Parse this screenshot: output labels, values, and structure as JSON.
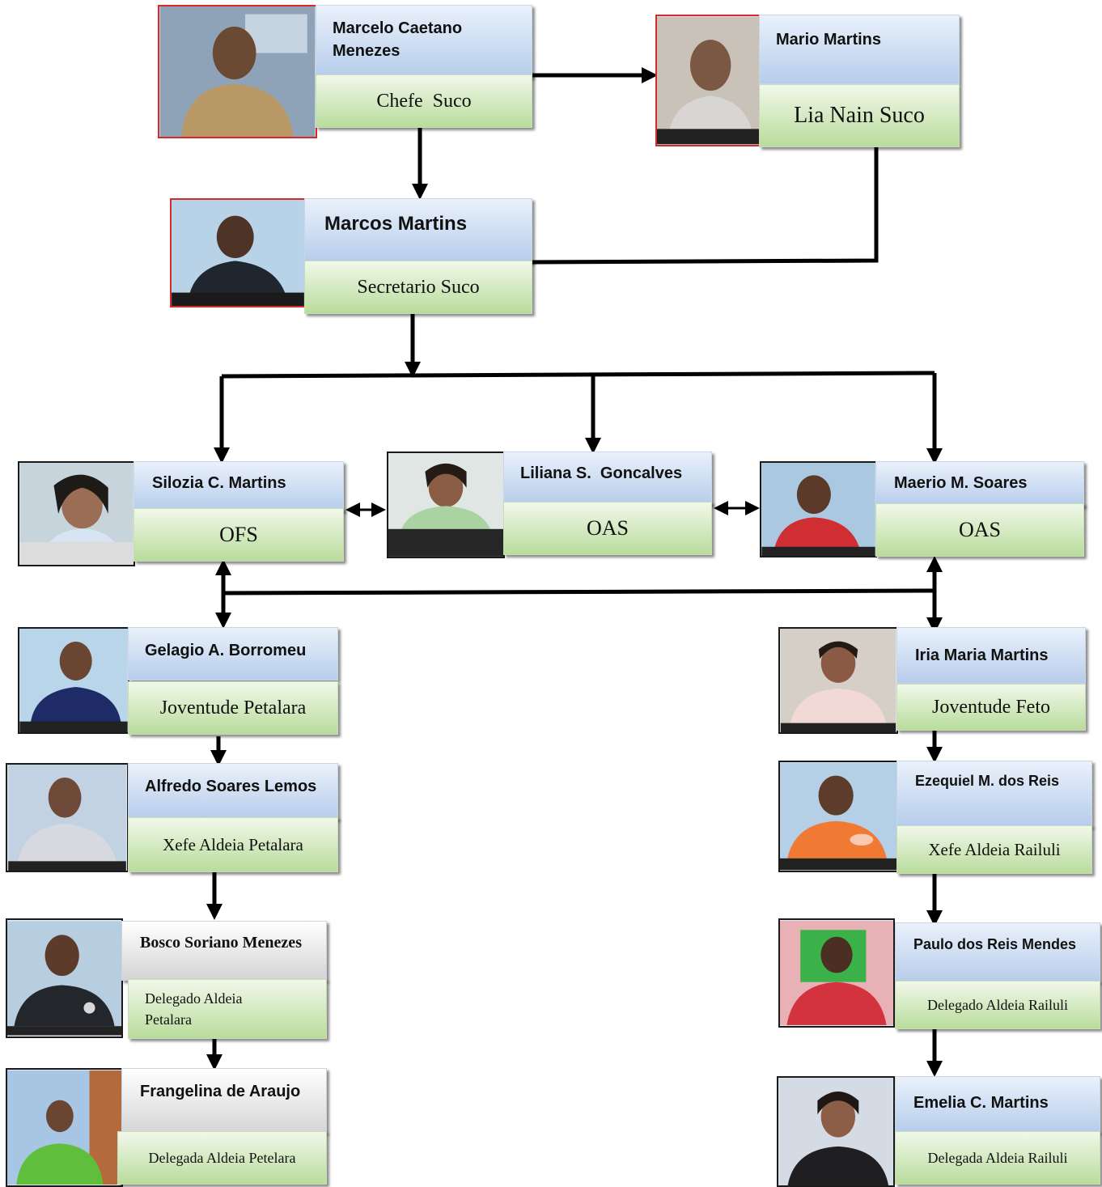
{
  "people": {
    "marcelo": {
      "name": "Marcelo Caetano Menezes",
      "role": "Chefe  Suco"
    },
    "mario": {
      "name": "Mario Martins",
      "role": "Lia Nain Suco"
    },
    "marcos": {
      "name": "Marcos Martins",
      "role": "Secretario Suco"
    },
    "silozia": {
      "name": "Silozia C. Martins",
      "role": "OFS"
    },
    "liliana": {
      "name": "Liliana S.  Goncalves",
      "role": "OAS"
    },
    "maerio": {
      "name": "Maerio M. Soares",
      "role": "OAS"
    },
    "gelagio": {
      "name": "Gelagio A. Borromeu",
      "role": "Joventude Petalara"
    },
    "iria": {
      "name": "Iria Maria Martins",
      "role": "Joventude Feto"
    },
    "alfredo": {
      "name": "Alfredo Soares Lemos",
      "role": "Xefe Aldeia Petalara"
    },
    "ezequiel": {
      "name": "Ezequiel M. dos Reis",
      "role": "Xefe Aldeia Railuli"
    },
    "bosco": {
      "name": "Bosco Soriano Menezes",
      "role": "Delegado Aldeia Petalara"
    },
    "paulo": {
      "name": "Paulo dos Reis Mendes",
      "role": "Delegado Aldeia Railuli"
    },
    "frangelina": {
      "name": "Frangelina de Araujo",
      "role": "Delegada Aldeia Petelara"
    },
    "emelia": {
      "name": "Emelia C. Martins",
      "role": "Delegada Aldeia Railuli"
    }
  },
  "colors": {
    "name_box": "#b6cdeb",
    "role_box": "#b9dc9c",
    "connector": "#000000",
    "photo_border_red": "#d42a2a"
  }
}
